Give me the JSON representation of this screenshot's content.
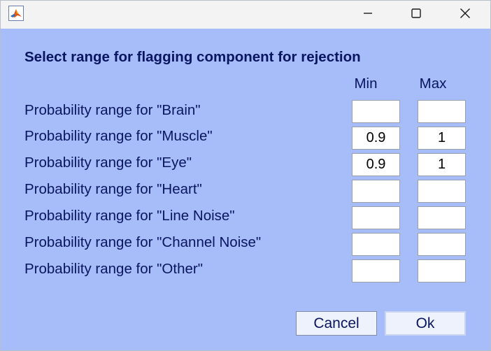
{
  "window": {
    "heading": "Select range for flagging component for rejection",
    "columns": {
      "min": "Min",
      "max": "Max"
    },
    "rows": [
      {
        "label": "Probability range for \"Brain\"",
        "min": "",
        "max": ""
      },
      {
        "label": "Probability range for \"Muscle\"",
        "min": "0.9",
        "max": "1"
      },
      {
        "label": "Probability range for \"Eye\"",
        "min": "0.9",
        "max": "1"
      },
      {
        "label": "Probability range for \"Heart\"",
        "min": "",
        "max": ""
      },
      {
        "label": "Probability range for \"Line Noise\"",
        "min": "",
        "max": ""
      },
      {
        "label": "Probability range for \"Channel Noise\"",
        "min": "",
        "max": ""
      },
      {
        "label": "Probability range for \"Other\"",
        "min": "",
        "max": ""
      }
    ],
    "buttons": {
      "cancel": "Cancel",
      "ok": "Ok"
    }
  },
  "titlebar": {
    "icons": {
      "app": "matlab-icon",
      "minimize": "minimize-icon",
      "maximize": "maximize-icon",
      "close": "close-icon"
    }
  },
  "colors": {
    "dialog_background": "#a6bdfa",
    "text": "#0a1560",
    "titlebar": "#f3f3f3"
  }
}
